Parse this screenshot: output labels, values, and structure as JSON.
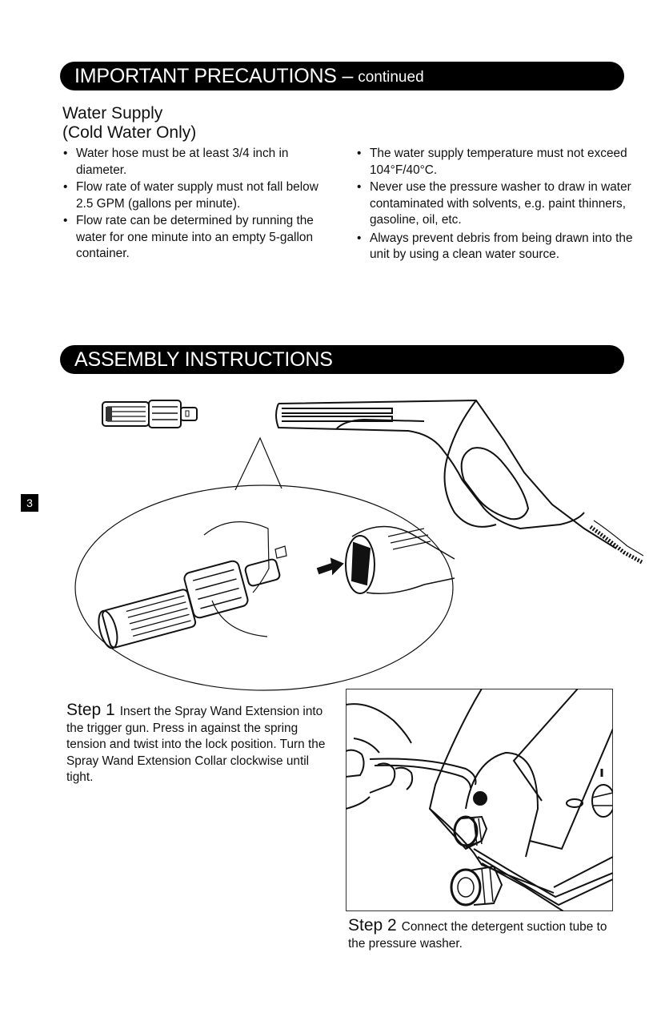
{
  "sections": {
    "precautions": {
      "title": "IMPORTANT PRECAUTIONS –",
      "title_suffix": "continued"
    },
    "assembly": {
      "title": "ASSEMBLY INSTRUCTIONS"
    }
  },
  "water_supply": {
    "heading_line1": "Water Supply",
    "heading_line2": "(Cold Water Only)",
    "left_bullets": [
      "Water hose must be at least 3/4 inch in diameter.",
      "Flow rate of water supply must not fall below 2.5 GPM (gallons per minute).",
      "Flow rate can be determined by running the water for one minute into an empty 5-gallon container."
    ],
    "right_bullets": [
      "The water supply temperature must not exceed 104°F/40°C.",
      "Never use the pressure washer to draw in water contaminated with solvents, e.g. paint thinners, gasoline, oil, etc.",
      "Always prevent debris from being drawn into the unit by using a clean water source."
    ]
  },
  "page_number": "3",
  "steps": [
    {
      "label": "Step 1",
      "text": "Insert the Spray Wand Extension into the trigger gun. Press in against the spring tension and twist into the lock position. Turn the Spray Wand Extension Collar clockwise until tight."
    },
    {
      "label": "Step 2",
      "text": "Connect the detergent suction tube to the pressure washer."
    }
  ],
  "figures": {
    "figure1": "spray-wand-extension-into-trigger-gun",
    "figure2": "detergent-suction-tube-connection"
  }
}
